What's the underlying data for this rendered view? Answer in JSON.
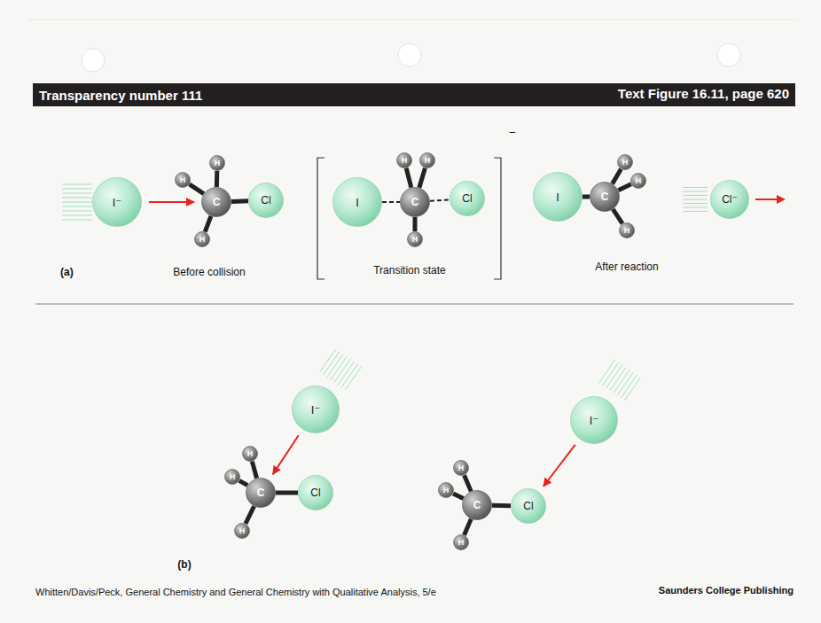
{
  "diagram": {
    "nodes": [
      {
        "text": [
          "I⁻"
        ]
      },
      {
        "text": [
          "C"
        ]
      },
      {
        "text": [
          "H"
        ]
      },
      {
        "text": [
          "H"
        ]
      },
      {
        "text": [
          "H"
        ]
      },
      {
        "text": [
          "Cl"
        ]
      },
      {
        "text": [
          "I"
        ]
      },
      {
        "text": [
          "C"
        ]
      },
      {
        "text": [
          "H"
        ]
      },
      {
        "text": [
          "H"
        ]
      },
      {
        "text": [
          "H"
        ]
      },
      {
        "text": [
          "Cl"
        ]
      },
      {
        "text": [
          "I"
        ]
      },
      {
        "text": [
          "C"
        ]
      },
      {
        "text": [
          "H"
        ]
      },
      {
        "text": [
          "H"
        ]
      },
      {
        "text": [
          "H"
        ]
      },
      {
        "text": [
          "Cl⁻"
        ]
      },
      {
        "text": [
          "I⁻"
        ]
      },
      {
        "text": [
          "C"
        ]
      },
      {
        "text": [
          "H"
        ]
      },
      {
        "text": [
          "H"
        ]
      },
      {
        "text": [
          "H"
        ]
      },
      {
        "text": [
          "Cl"
        ]
      },
      {
        "text": [
          "I⁻"
        ]
      },
      {
        "text": [
          "C"
        ]
      },
      {
        "text": [
          "H"
        ]
      },
      {
        "text": [
          "H"
        ]
      },
      {
        "text": [
          "H"
        ]
      },
      {
        "text": [
          "Cl"
        ]
      }
    ],
    "edges": [
      {
        "from": 0,
        "to": 1,
        "arrow": "to"
      },
      {
        "from": 1,
        "to": 2,
        "arrow": "none"
      },
      {
        "from": 1,
        "to": 3,
        "arrow": "none"
      },
      {
        "from": 1,
        "to": 4,
        "arrow": "none"
      },
      {
        "from": 1,
        "to": 5,
        "arrow": "none"
      },
      {
        "from": 6,
        "to": 7,
        "arrow": "none"
      },
      {
        "from": 7,
        "to": 8,
        "arrow": "none"
      },
      {
        "from": 7,
        "to": 9,
        "arrow": "none"
      },
      {
        "from": 7,
        "to": 10,
        "arrow": "none"
      },
      {
        "from": 7,
        "to": 11,
        "arrow": "none"
      },
      {
        "from": 12,
        "to": 13,
        "arrow": "none"
      },
      {
        "from": 13,
        "to": 14,
        "arrow": "none"
      },
      {
        "from": 13,
        "to": 15,
        "arrow": "none"
      },
      {
        "from": 13,
        "to": 16,
        "arrow": "none"
      },
      {
        "from": 18,
        "to": 19,
        "arrow": "to"
      },
      {
        "from": 19,
        "to": 20,
        "arrow": "none"
      },
      {
        "from": 19,
        "to": 21,
        "arrow": "none"
      },
      {
        "from": 19,
        "to": 22,
        "arrow": "none"
      },
      {
        "from": 19,
        "to": 23,
        "arrow": "none"
      },
      {
        "from": 24,
        "to": 29,
        "arrow": "to"
      },
      {
        "from": 25,
        "to": 26,
        "arrow": "none"
      },
      {
        "from": 25,
        "to": 27,
        "arrow": "none"
      },
      {
        "from": 25,
        "to": 28,
        "arrow": "none"
      },
      {
        "from": 25,
        "to": 29,
        "arrow": "none"
      }
    ],
    "labels": [
      "Transparency number 111",
      "Text Figure 16.11, page 620",
      "−",
      "(a)",
      "Before collision",
      "Transition state",
      "After reaction",
      "(b)",
      "Whitten/Davis/Peck, General Chemistry and General Chemistry with Qualitative Analysis, 5/e",
      "Saunders College Publishing"
    ]
  }
}
